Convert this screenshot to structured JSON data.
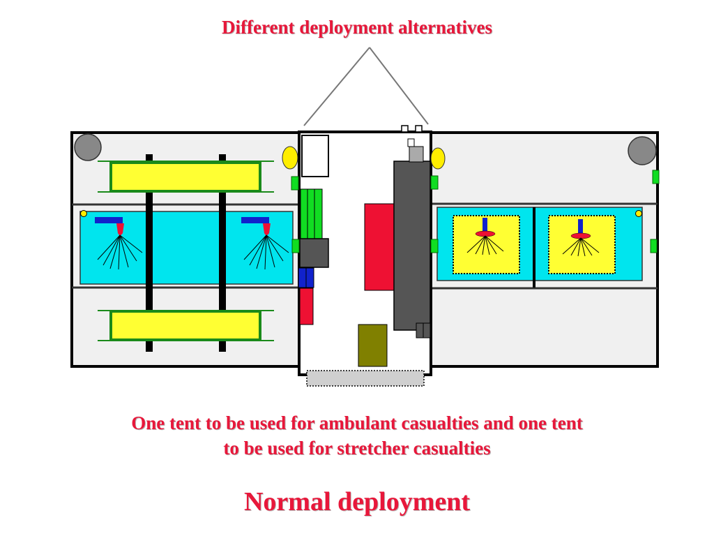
{
  "title": "Different deployment alternatives",
  "description": {
    "line1": "One tent to be used for ambulant casualties and one tent",
    "line2": "to be used for stretcher casualties"
  },
  "caption": "Normal deployment",
  "colors": {
    "text": "#e8173a",
    "tent_floor": "#f0f0f0",
    "shower_bay": "#00e5ee",
    "stretcher": "#ffff33",
    "frame_green": "#1a8a1a",
    "container_grey": "#555555",
    "red_unit": "#ee1133",
    "olive_unit": "#808000"
  }
}
